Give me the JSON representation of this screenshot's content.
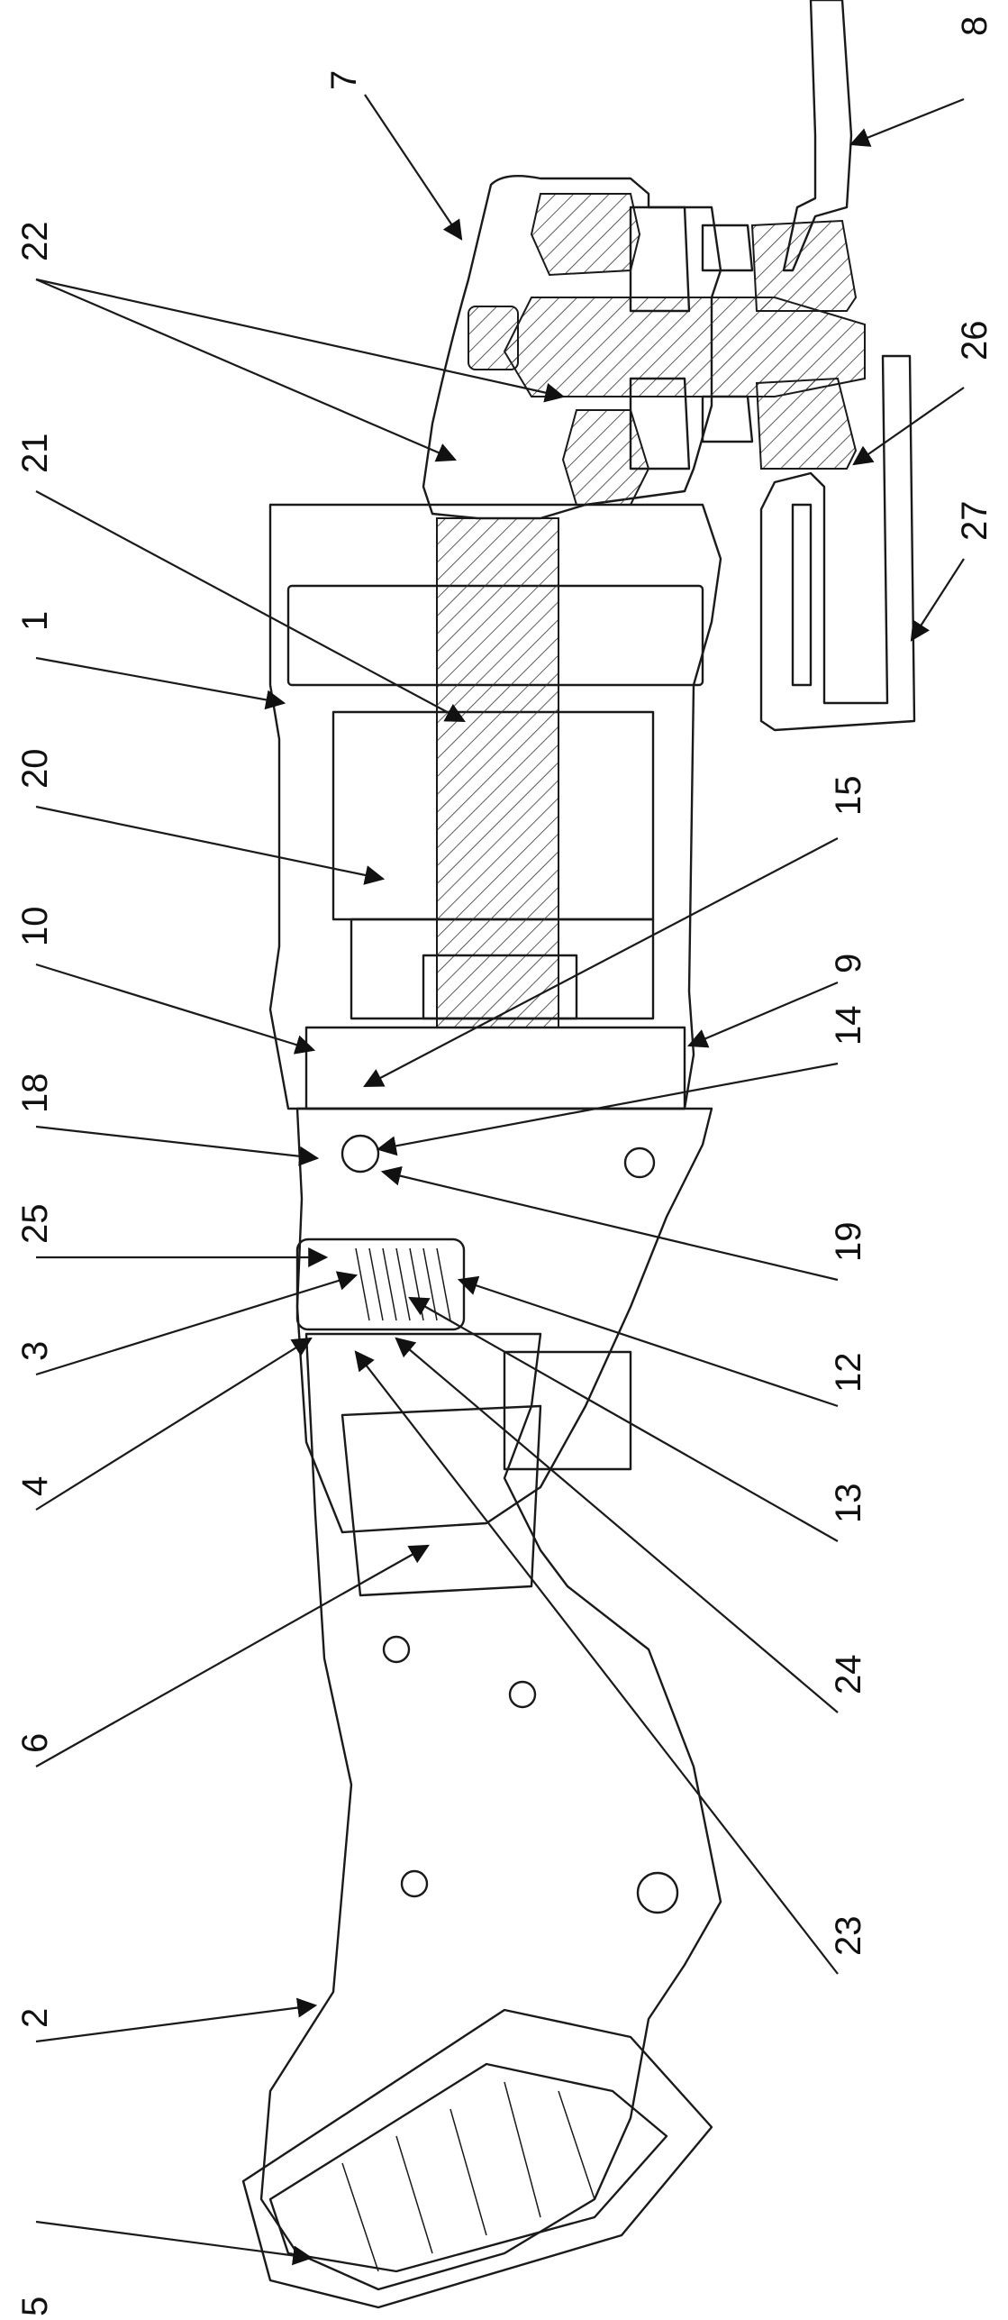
{
  "figure": {
    "labels": [
      "1",
      "2",
      "3",
      "4",
      "5",
      "6",
      "7",
      "8",
      "9",
      "10",
      "12",
      "13",
      "14",
      "15",
      "18",
      "19",
      "20",
      "21",
      "22",
      "23",
      "24",
      "25",
      "26",
      "27"
    ]
  },
  "callouts": [
    {
      "id": "1",
      "text": "1"
    },
    {
      "id": "2",
      "text": "2"
    },
    {
      "id": "3",
      "text": "3"
    },
    {
      "id": "4",
      "text": "4"
    },
    {
      "id": "5",
      "text": "5"
    },
    {
      "id": "6",
      "text": "6"
    },
    {
      "id": "7",
      "text": "7"
    },
    {
      "id": "8",
      "text": "8"
    },
    {
      "id": "9",
      "text": "9"
    },
    {
      "id": "10",
      "text": "10"
    },
    {
      "id": "12",
      "text": "12"
    },
    {
      "id": "13",
      "text": "13"
    },
    {
      "id": "14",
      "text": "14"
    },
    {
      "id": "15",
      "text": "15"
    },
    {
      "id": "18",
      "text": "18"
    },
    {
      "id": "19",
      "text": "19"
    },
    {
      "id": "20",
      "text": "20"
    },
    {
      "id": "21",
      "text": "21"
    },
    {
      "id": "22",
      "text": "22"
    },
    {
      "id": "23",
      "text": "23"
    },
    {
      "id": "24",
      "text": "24"
    },
    {
      "id": "25",
      "text": "25"
    },
    {
      "id": "26",
      "text": "26"
    },
    {
      "id": "27",
      "text": "27"
    }
  ]
}
